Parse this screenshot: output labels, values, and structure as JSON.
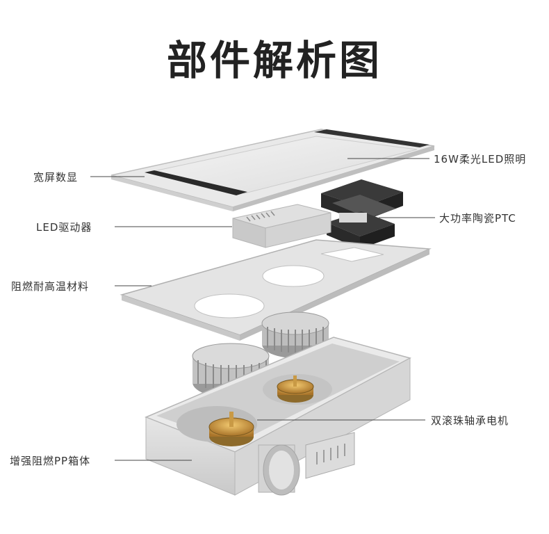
{
  "title": "部件解析图",
  "labels": {
    "wide_display": "宽屏数显",
    "led_driver": "LED驱动器",
    "heat_resistant": "阻燃耐高温材料",
    "reinforced_box": "增强阻燃PP箱体",
    "led_light": "16W柔光LED照明",
    "ptc_heater": "大功率陶瓷PTC",
    "motor": "双滚珠轴承电机"
  }
}
